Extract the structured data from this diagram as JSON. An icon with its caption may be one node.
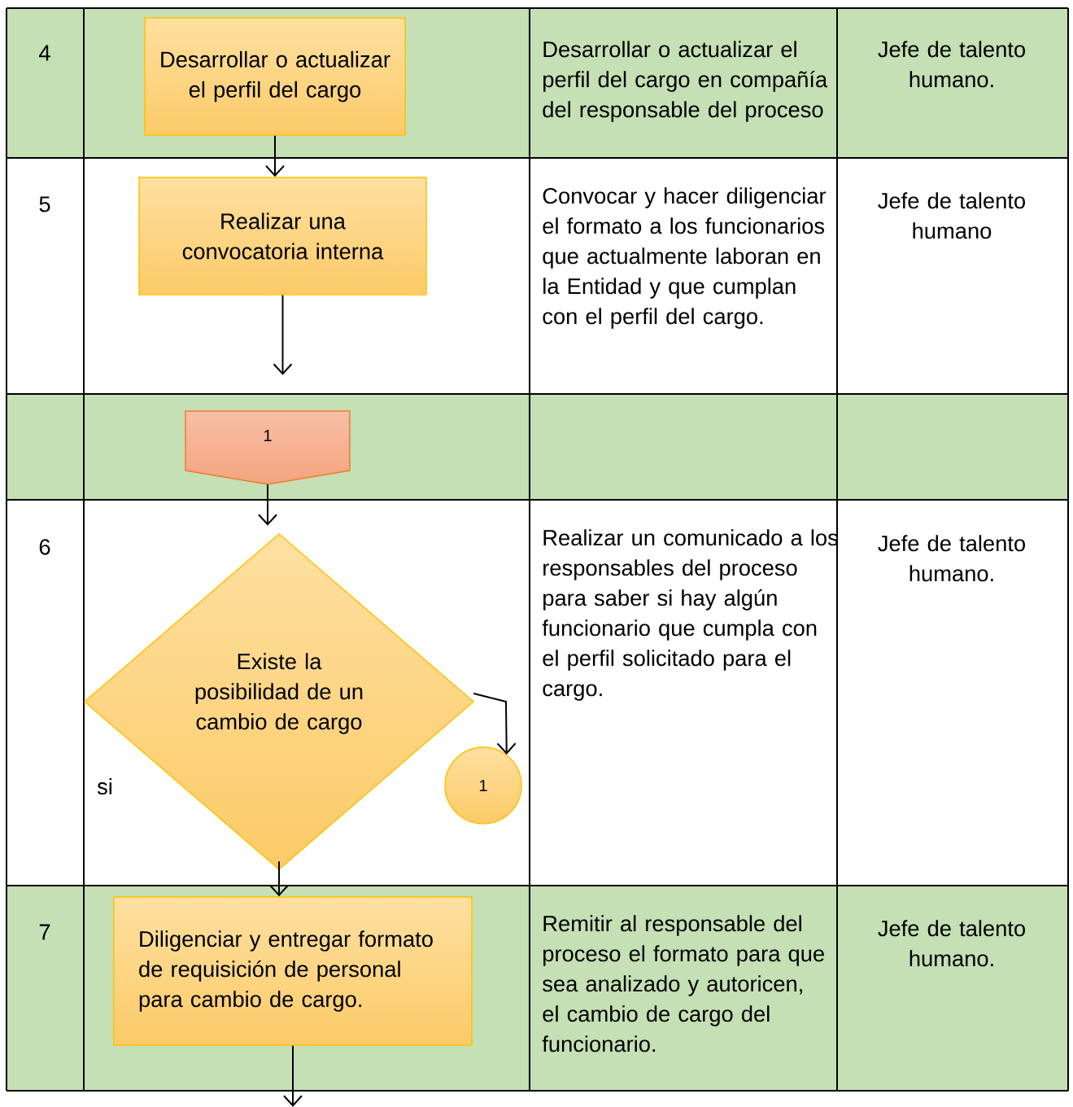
{
  "diagram": {
    "nodes": [
      {
        "text": [
          "Desarrollar o actualizar el perfil del cargo"
        ]
      },
      {
        "text": [
          "Realizar una convocatoria interna"
        ]
      },
      {
        "text": [
          "1"
        ]
      },
      {
        "text": [
          "Existe la posibilidad de un cambio de cargo"
        ]
      },
      {
        "text": [
          "1"
        ]
      },
      {
        "text": [
          "Diligenciar y entregar formato de requisición de personal para cambio de cargo."
        ]
      }
    ],
    "edges": [
      {
        "from": 0,
        "to": 1,
        "arrow": "to"
      },
      {
        "from": 1,
        "to": null,
        "arrow": "to"
      },
      {
        "from": 2,
        "to": 3,
        "arrow": "to"
      },
      {
        "from": 3,
        "to": 4,
        "arrow": "to"
      },
      {
        "from": 3,
        "to": 5,
        "arrow": "to"
      },
      {
        "from": 5,
        "to": null,
        "arrow": "to"
      }
    ],
    "labels": [
      "4",
      "Desarrollar o actualizar el perfil del cargo en compañía del responsable del proceso",
      "Jefe de talento humano.",
      "5",
      "Convocar y hacer diligenciar el formato a los funcionarios que actualmente laboran en la Entidad y que cumplan con el perfil del cargo.",
      "Jefe de talento humano",
      "6",
      "Realizar un comunicado a los responsables del proceso para saber si hay algún funcionario que cumpla con el perfil solicitado para el cargo.",
      "Jefe de talento humano.",
      "si",
      "7",
      "Remitir al responsable del proceso el formato para que sea analizado y autoricen, el cambio de cargo del funcionario.",
      "Jefe de talento humano."
    ]
  }
}
